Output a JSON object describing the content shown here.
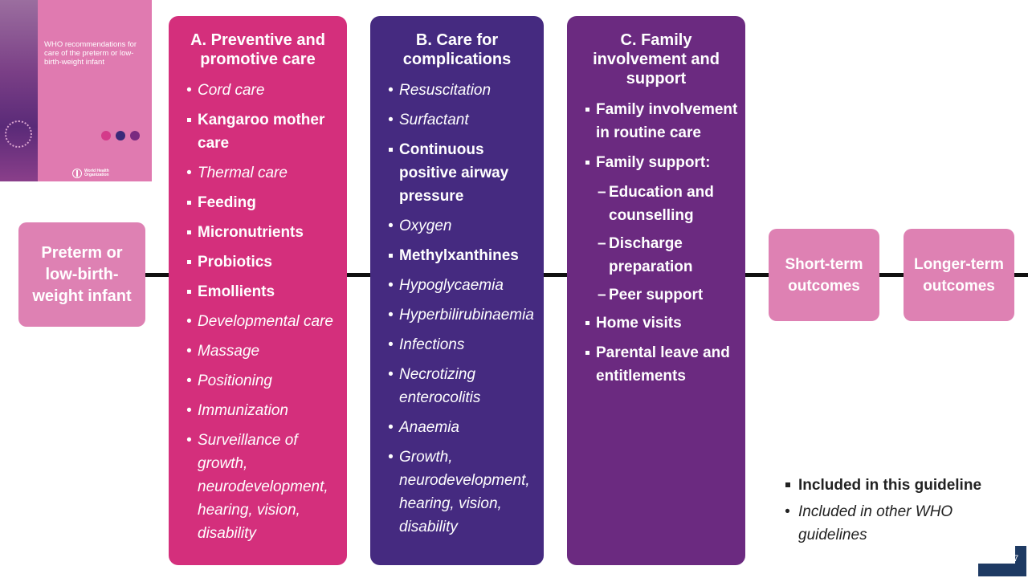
{
  "cover": {
    "title": "WHO recommendations for care of the preterm or low-birth-weight infant",
    "logo_text": "World Health Organization",
    "dot_colors": [
      "#d43a8a",
      "#3a2a78",
      "#7a2a80"
    ]
  },
  "start_box": {
    "label": "Preterm or low-birth-weight infant"
  },
  "columns": [
    {
      "title": "A. Preventive and promotive care",
      "color": "#d42f7c",
      "items": [
        {
          "text": "Cord care",
          "kind": "other"
        },
        {
          "text": "Kangaroo mother care",
          "kind": "this"
        },
        {
          "text": "Thermal care",
          "kind": "other"
        },
        {
          "text": "Feeding",
          "kind": "this"
        },
        {
          "text": "Micronutrients",
          "kind": "this"
        },
        {
          "text": "Probiotics",
          "kind": "this"
        },
        {
          "text": "Emollients",
          "kind": "this"
        },
        {
          "text": "Developmental care",
          "kind": "other"
        },
        {
          "text": "Massage",
          "kind": "other"
        },
        {
          "text": "Positioning",
          "kind": "other"
        },
        {
          "text": "Immunization",
          "kind": "other"
        },
        {
          "text": "Surveillance of growth, neurodevelopment, hearing, vision, disability",
          "kind": "other"
        }
      ]
    },
    {
      "title": "B. Care for complications",
      "color": "#452a80",
      "items": [
        {
          "text": "Resuscitation",
          "kind": "other"
        },
        {
          "text": "Surfactant",
          "kind": "other"
        },
        {
          "text": "Continuous positive airway pressure",
          "kind": "this"
        },
        {
          "text": "Oxygen",
          "kind": "other"
        },
        {
          "text": "Methylxanthines",
          "kind": "this"
        },
        {
          "text": "Hypoglycaemia",
          "kind": "other"
        },
        {
          "text": "Hyperbilirubinaemia",
          "kind": "other"
        },
        {
          "text": "Infections",
          "kind": "other"
        },
        {
          "text": "Necrotizing enterocolitis",
          "kind": "other"
        },
        {
          "text": "Anaemia",
          "kind": "other"
        },
        {
          "text": "Growth, neurodevelopment, hearing, vision, disability",
          "kind": "other"
        }
      ]
    },
    {
      "title": "C. Family involvement and support",
      "color": "#6b2a80",
      "items": [
        {
          "text": "Family involvement in routine care",
          "kind": "this"
        },
        {
          "text": "Family support:",
          "kind": "this"
        },
        {
          "text": "Education and counselling",
          "kind": "sub"
        },
        {
          "text": "Discharge preparation",
          "kind": "sub"
        },
        {
          "text": "Peer support",
          "kind": "sub"
        },
        {
          "text": "Home visits",
          "kind": "this"
        },
        {
          "text": "Parental leave and entitlements",
          "kind": "this"
        }
      ]
    }
  ],
  "outcomes": [
    {
      "label": "Short-term outcomes"
    },
    {
      "label": "Longer-term outcomes"
    }
  ],
  "legend": {
    "included_this": "Included in this guideline",
    "included_other": "Included in other WHO guidelines"
  },
  "page_number": "7"
}
